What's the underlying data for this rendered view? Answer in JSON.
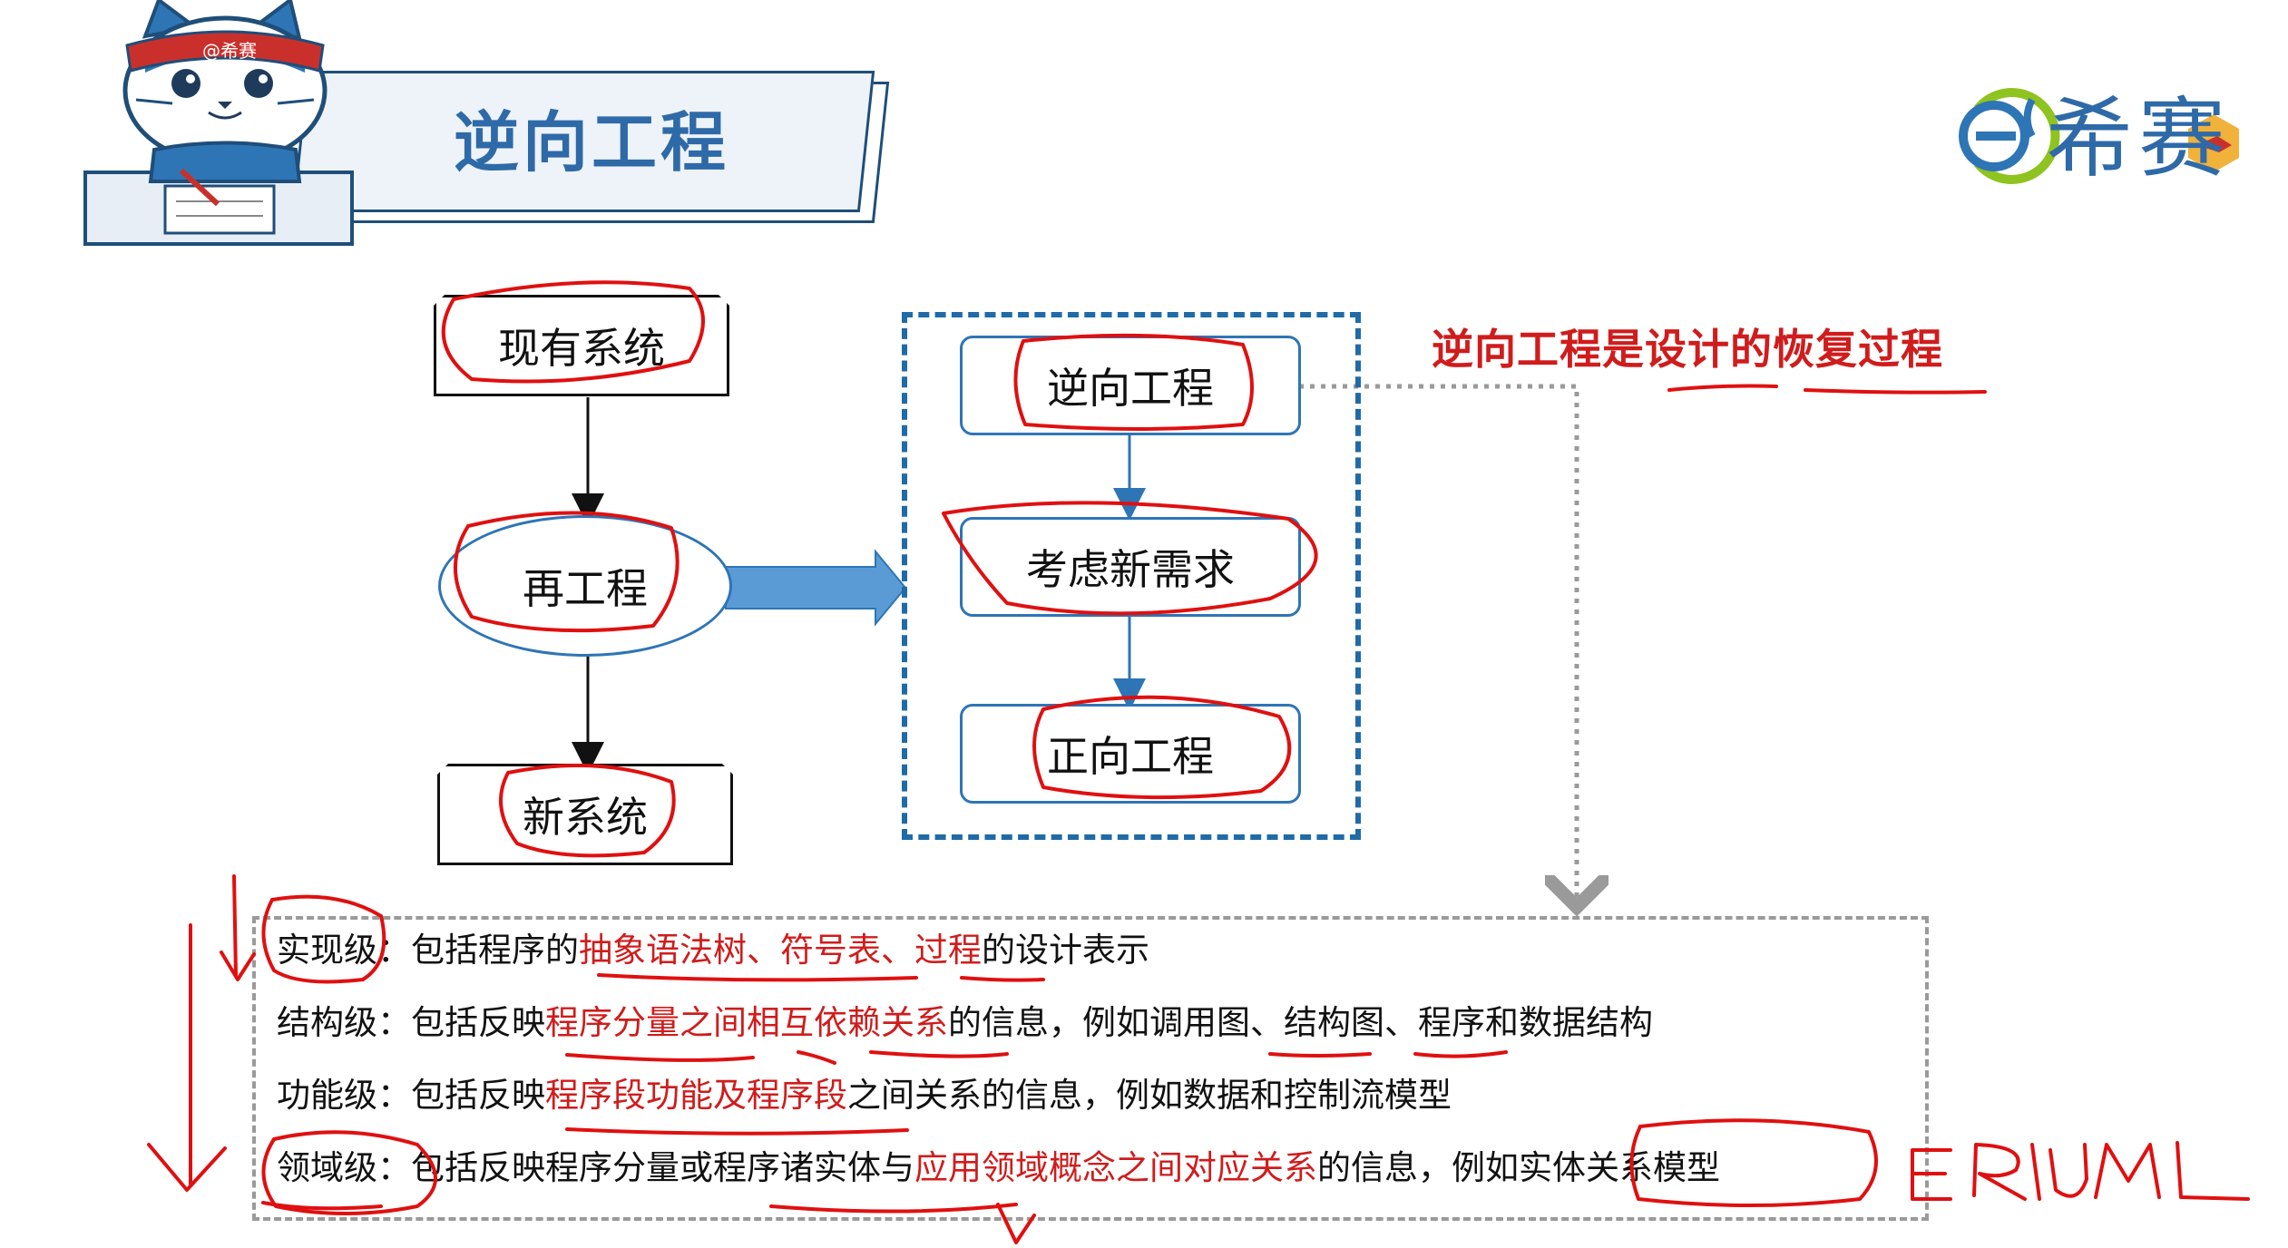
{
  "header": {
    "title": "逆向工程",
    "mascot_band": "@希赛",
    "logo_text": "希赛"
  },
  "diagram": {
    "existing_system": "现有系统",
    "reengineering": "再工程",
    "new_system": "新系统",
    "reverse_engineering": "逆向工程",
    "consider_requirements": "考虑新需求",
    "forward_engineering": "正向工程",
    "note": "逆向工程是设计的恢复过程"
  },
  "levels": [
    {
      "name": "实现级",
      "sep": "：",
      "parts": [
        {
          "text": "包括程序的",
          "red": false
        },
        {
          "text": "抽象语法树、符号表、过程",
          "red": true
        },
        {
          "text": "的设计表示",
          "red": false
        }
      ]
    },
    {
      "name": "结构级",
      "sep": "：",
      "parts": [
        {
          "text": "包括反映",
          "red": false
        },
        {
          "text": "程序分量之间相互依赖关系",
          "red": true
        },
        {
          "text": "的信息，例如调用图、结构图、程序和数据结构",
          "red": false
        }
      ]
    },
    {
      "name": "功能级",
      "sep": "：",
      "parts": [
        {
          "text": "包括反映",
          "red": false
        },
        {
          "text": "程序段功能及程序段",
          "red": true
        },
        {
          "text": "之间关系的信息，例如数据和控制流模型",
          "red": false
        }
      ]
    },
    {
      "name": "领域级",
      "sep": "：",
      "parts": [
        {
          "text": "包括反映程序分量或程序诸实体与",
          "red": false
        },
        {
          "text": "应用领域概念之间对应关系",
          "red": true
        },
        {
          "text": "的信息，例如实体关系模型",
          "red": false
        }
      ]
    }
  ],
  "colors": {
    "accent_blue": "#2e75b6",
    "dark_blue": "#1f4e79",
    "annotation_red": "#d01c1c"
  },
  "icons": [
    "cat-mascot-icon",
    "xisai-logo-icon"
  ]
}
